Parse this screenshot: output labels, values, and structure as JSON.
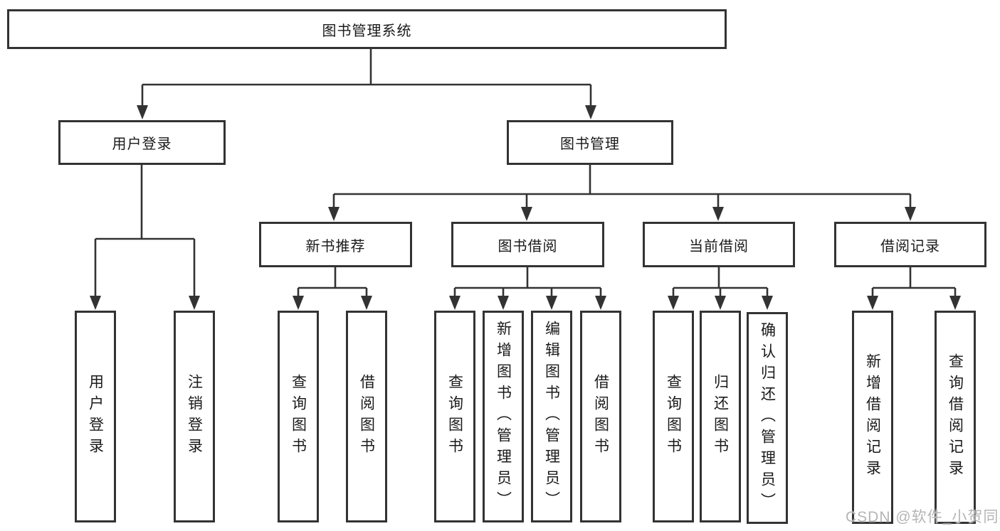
{
  "diagram": {
    "root": "图书管理系统",
    "level2": [
      "用户登录",
      "图书管理"
    ],
    "level3": [
      "新书推荐",
      "图书借阅",
      "当前借阅",
      "借阅记录"
    ],
    "leaves": {
      "user": [
        "用户登录",
        "注销登录"
      ],
      "newbook": [
        "查询图书",
        "借阅图书"
      ],
      "borrow": [
        "查询图书",
        "新增图书（管理员）",
        "编辑图书（管理员）",
        "借阅图书"
      ],
      "current": [
        "查询图书",
        "归还图书",
        "确认归还（管理员）"
      ],
      "record": [
        "新增借阅记录",
        "查询借阅记录"
      ]
    }
  },
  "watermark": "CSDN @软件_小贺同学",
  "colors": {
    "line": "#333333",
    "text": "#1a1a1a",
    "watermark": "#b5b5b5",
    "background": "#ffffff"
  }
}
